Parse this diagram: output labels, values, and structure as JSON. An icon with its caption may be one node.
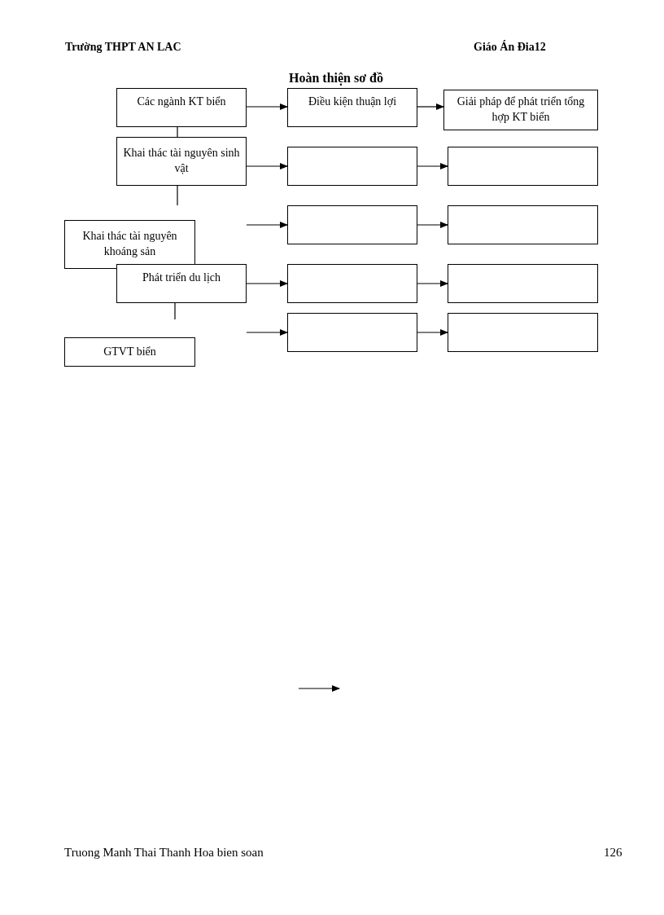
{
  "diagram": {
    "title": "Hoàn thiện sơ đồ",
    "nodes": [
      {
        "text": [
          "Các ngành KT biển"
        ]
      },
      {
        "text": [
          "Điều kiện thuận lợi"
        ]
      },
      {
        "text": [
          "Giải pháp để phát triển tổng hợp KT biển"
        ]
      },
      {
        "text": [
          "Khai thác tài nguyên sinh vật"
        ]
      },
      {
        "text": [],
        "shape": "box"
      },
      {
        "text": [],
        "shape": "box"
      },
      {
        "text": [
          "Khai thác tài nguyên khoáng sản"
        ]
      },
      {
        "text": [],
        "shape": "box"
      },
      {
        "text": [],
        "shape": "box"
      },
      {
        "text": [
          "Phát triển du lịch"
        ]
      },
      {
        "text": [],
        "shape": "box"
      },
      {
        "text": [],
        "shape": "box"
      },
      {
        "text": [],
        "shape": "box"
      },
      {
        "text": [],
        "shape": "box"
      },
      {
        "text": [
          "GTVT biển"
        ]
      }
    ],
    "edges": [
      {
        "from": 0,
        "to": 1,
        "arrow": "to"
      },
      {
        "from": 1,
        "to": 2,
        "arrow": "to"
      },
      {
        "from": 0,
        "to": 3,
        "arrow": "none"
      },
      {
        "from": 3,
        "to": 4,
        "arrow": "to"
      },
      {
        "from": 4,
        "to": 5,
        "arrow": "to"
      },
      {
        "from": 3,
        "to": null,
        "arrow": "none"
      },
      {
        "from": null,
        "to": 7,
        "arrow": "to"
      },
      {
        "from": 7,
        "to": 8,
        "arrow": "to"
      },
      {
        "from": 9,
        "to": 10,
        "arrow": "to"
      },
      {
        "from": 10,
        "to": 11,
        "arrow": "to"
      },
      {
        "from": 9,
        "to": null,
        "arrow": "none"
      },
      {
        "from": null,
        "to": 12,
        "arrow": "to"
      },
      {
        "from": 12,
        "to": 13,
        "arrow": "to"
      }
    ],
    "labels": [
      "Trường THPT AN LAC",
      "Giáo Án Đia12",
      "Truong Manh Thai Thanh Hoa bien soan",
      "126"
    ]
  }
}
